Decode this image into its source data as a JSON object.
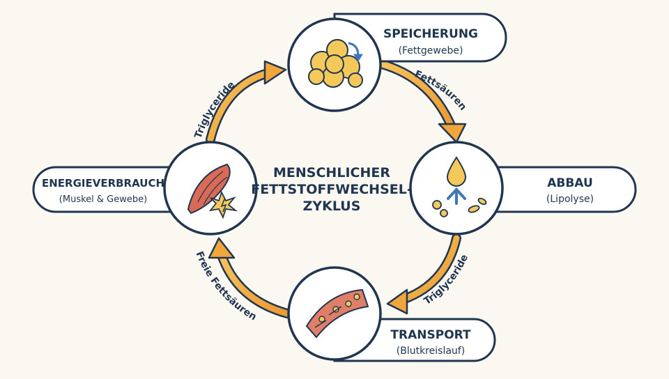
{
  "center_title": [
    "MENSCHLICHER",
    "FETTSTOFFWECHSEL-",
    "ZYKLUS"
  ],
  "nodes": {
    "storage": {
      "title": "SPEICHERUNG",
      "subtitle": "(Fettgewebe)"
    },
    "breakdown": {
      "title": "ABBAU",
      "subtitle": "(Lipolyse)"
    },
    "transport": {
      "title": "TRANSPORT",
      "subtitle": "(Blutkreislauf)"
    },
    "energy": {
      "title": "ENERGIEVERBRAUCH",
      "subtitle": "(Muskel & Gewebe)"
    }
  },
  "arrows": {
    "storage_to_breakdown": "Fettsäuren",
    "breakdown_to_transport": "Triglyceride",
    "transport_to_energy": "Freie Fettsäuren",
    "energy_to_storage": "Triglyceride"
  },
  "colors": {
    "navy": "#1f3550",
    "arrow_orange": "#f0a63a",
    "fat_yellow": "#f4c95a",
    "muscle_red": "#d96a55",
    "vessel_red": "#e07e68",
    "blue_accent": "#3f78b5",
    "background": "#faf8f1"
  },
  "icons": {
    "storage": "fat-cells-icon",
    "breakdown": "lipolysis-icon",
    "transport": "blood-vessel-icon",
    "energy": "muscle-energy-icon"
  }
}
